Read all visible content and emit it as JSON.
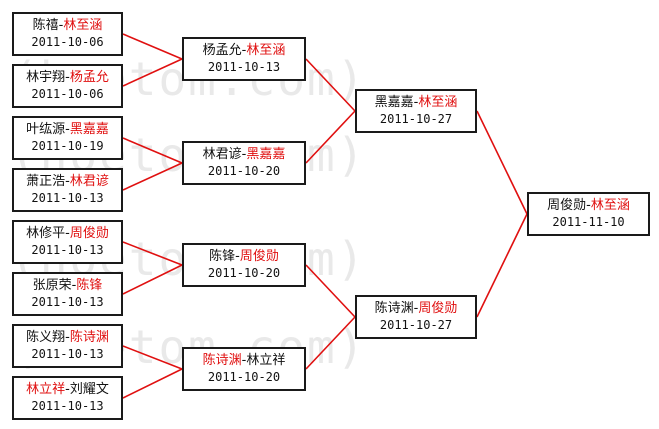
{
  "watermark": {
    "text": "(hoetom.com)"
  },
  "colors": {
    "connector": "#e01010",
    "winner_text": "#e01010",
    "border": "#1a1a1a"
  },
  "bracket": {
    "round1": [
      {
        "p1": "陈禧",
        "p2": "林至涵",
        "winner": 2,
        "date": "2011-10-06"
      },
      {
        "p1": "林宇翔",
        "p2": "杨孟允",
        "winner": 2,
        "date": "2011-10-06"
      },
      {
        "p1": "叶纮源",
        "p2": "黑嘉嘉",
        "winner": 2,
        "date": "2011-10-19"
      },
      {
        "p1": "萧正浩",
        "p2": "林君谚",
        "winner": 2,
        "date": "2011-10-13"
      },
      {
        "p1": "林修平",
        "p2": "周俊勋",
        "winner": 2,
        "date": "2011-10-13"
      },
      {
        "p1": "张原荣",
        "p2": "陈锋",
        "winner": 2,
        "date": "2011-10-13"
      },
      {
        "p1": "陈义翔",
        "p2": "陈诗渊",
        "winner": 2,
        "date": "2011-10-13"
      },
      {
        "p1": "林立祥",
        "p2": "刘耀文",
        "winner": 1,
        "date": "2011-10-13"
      }
    ],
    "round2": [
      {
        "p1": "杨孟允",
        "p2": "林至涵",
        "winner": 2,
        "date": "2011-10-13"
      },
      {
        "p1": "林君谚",
        "p2": "黑嘉嘉",
        "winner": 2,
        "date": "2011-10-20"
      },
      {
        "p1": "陈锋",
        "p2": "周俊勋",
        "winner": 2,
        "date": "2011-10-20"
      },
      {
        "p1": "陈诗渊",
        "p2": "林立祥",
        "winner": 1,
        "date": "2011-10-20"
      }
    ],
    "round3": [
      {
        "p1": "黑嘉嘉",
        "p2": "林至涵",
        "winner": 2,
        "date": "2011-10-27"
      },
      {
        "p1": "陈诗渊",
        "p2": "周俊勋",
        "winner": 2,
        "date": "2011-10-27"
      }
    ],
    "final": [
      {
        "p1": "周俊勋",
        "p2": "林至涵",
        "winner": 2,
        "date": "2011-11-10"
      }
    ]
  }
}
